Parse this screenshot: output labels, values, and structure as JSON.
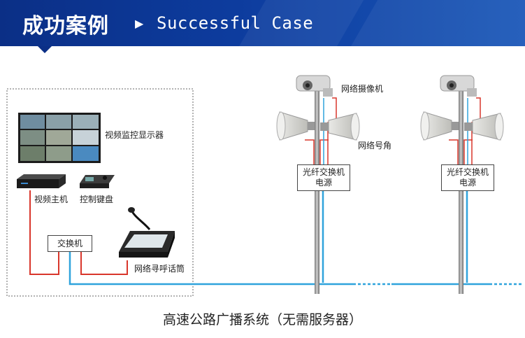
{
  "banner": {
    "title_cn": "成功案例",
    "arrow": "▶",
    "title_en": "Successful Case"
  },
  "diagram": {
    "monitor_label": "视频监控显示器",
    "host_label": "视频主机",
    "keyboard_label": "控制键盘",
    "switch_label": "交换机",
    "paging_label": "网络寻呼话筒",
    "camera_label": "网络摄像机",
    "horn_label": "网络号角",
    "pole_box_1": {
      "line1": "光纤交换机",
      "line2": "电源"
    },
    "pole_box_2": {
      "line1": "光纤交换机",
      "line2": "电源"
    }
  },
  "caption": "高速公路广播系统（无需服务器）",
  "colors": {
    "banner": "#0d3c9e",
    "red_wire": "#d9362b",
    "blue_wire": "#2fa3dc"
  }
}
